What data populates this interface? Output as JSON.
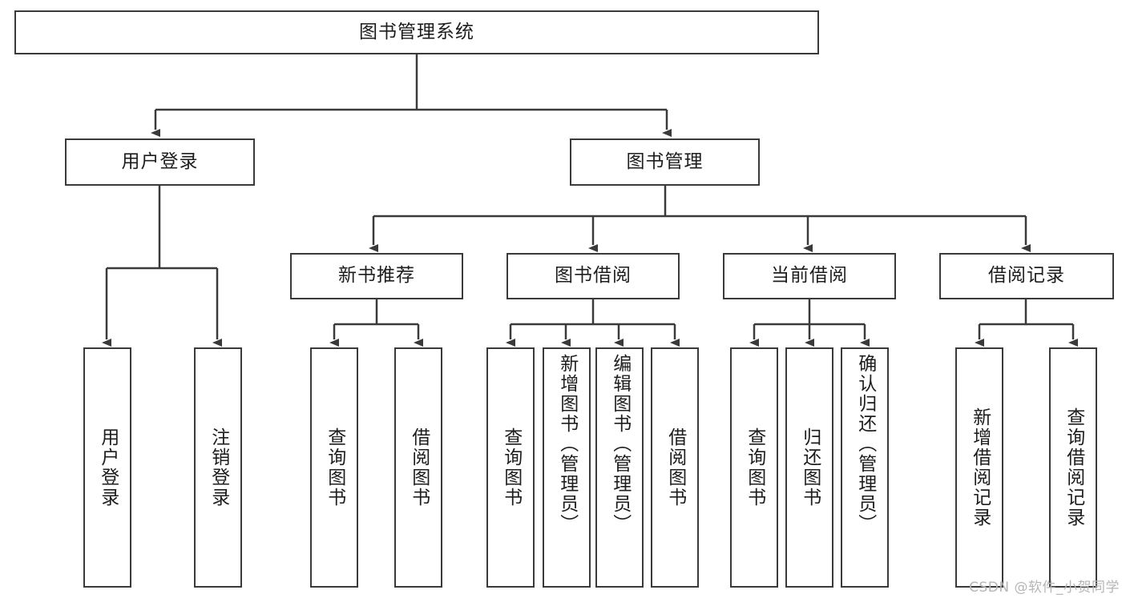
{
  "diagram": {
    "title": "图书管理系统",
    "type": "tree-hierarchy",
    "root": {
      "label": "图书管理系统"
    },
    "level2": [
      {
        "label": "用户登录"
      },
      {
        "label": "图书管理"
      }
    ],
    "level3": [
      {
        "label": "新书推荐"
      },
      {
        "label": "图书借阅"
      },
      {
        "label": "当前借阅"
      },
      {
        "label": "借阅记录"
      }
    ],
    "leaves": {
      "user_login": [
        {
          "label": "用户登录"
        },
        {
          "label": "注销登录"
        }
      ],
      "new_book_recommend": [
        {
          "label": "查询图书"
        },
        {
          "label": "借阅图书"
        }
      ],
      "book_borrow": [
        {
          "label": "查询图书"
        },
        {
          "label": "新增图书（管理员）"
        },
        {
          "label": "编辑图书（管理员）"
        },
        {
          "label": "借阅图书"
        }
      ],
      "current_borrow": [
        {
          "label": "查询图书"
        },
        {
          "label": "归还图书"
        },
        {
          "label": "确认归还（管理员）"
        }
      ],
      "borrow_record": [
        {
          "label": "新增借阅记录"
        },
        {
          "label": "查询借阅记录"
        }
      ]
    }
  },
  "watermark": {
    "text": "CSDN @软件_小贺同学"
  },
  "colors": {
    "stroke": "#3a3a3a",
    "fill": "#ffffff",
    "text": "#1d1d1d",
    "watermark": "#b6b6b6"
  }
}
